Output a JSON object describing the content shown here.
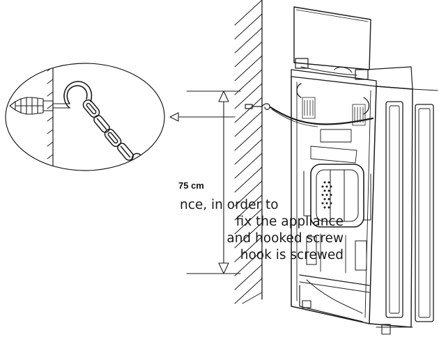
{
  "dimension_label": "75 cm",
  "instruction_lines": [
    "nce,  in  order  to",
    "fix the appliance",
    "and hooked screw",
    "hook  is  screwed"
  ],
  "icons": [
    "wall-plug-icon",
    "hook-icon",
    "chain-icon",
    "cooker-icon"
  ],
  "colors": {
    "line": "#1a1a1a",
    "background": "#ffffff"
  }
}
